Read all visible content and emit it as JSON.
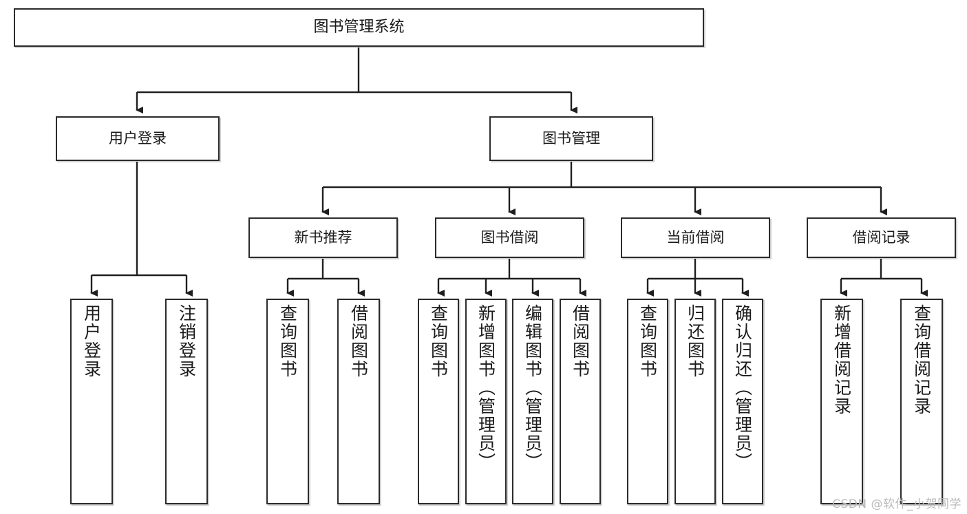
{
  "diagram": {
    "title": "图书管理系统",
    "type": "tree-flowchart",
    "watermark": "CSDN @软件_小贺同学",
    "colors": {
      "node_border": "#2b2b2b",
      "node_fill": "#ffffff",
      "connector": "#1f1f1f",
      "watermark": "#b9b9b9"
    },
    "nodes": {
      "root": {
        "label": "图书管理系统"
      },
      "level2": [
        {
          "id": "user-login",
          "label": "用户登录"
        },
        {
          "id": "book-manage",
          "label": "图书管理"
        }
      ],
      "level3": [
        {
          "id": "new-book-recommend",
          "label": "新书推荐"
        },
        {
          "id": "book-borrow",
          "label": "图书借阅"
        },
        {
          "id": "current-borrow",
          "label": "当前借阅"
        },
        {
          "id": "borrow-record",
          "label": "借阅记录"
        }
      ],
      "leaves": [
        {
          "id": "leaf-user-login",
          "label": "用户登录",
          "parent": "user-login"
        },
        {
          "id": "leaf-logout-login",
          "label": "注销登录",
          "parent": "user-login"
        },
        {
          "id": "leaf-query-book-1",
          "label": "查询图书",
          "parent": "new-book-recommend"
        },
        {
          "id": "leaf-borrow-book-1",
          "label": "借阅图书",
          "parent": "new-book-recommend"
        },
        {
          "id": "leaf-query-book-2",
          "label": "查询图书",
          "parent": "book-borrow"
        },
        {
          "id": "leaf-add-book",
          "label": "新增图书（管理员）",
          "parent": "book-borrow"
        },
        {
          "id": "leaf-edit-book",
          "label": "编辑图书（管理员）",
          "parent": "book-borrow"
        },
        {
          "id": "leaf-borrow-book-2",
          "label": "借阅图书",
          "parent": "book-borrow"
        },
        {
          "id": "leaf-query-book-3",
          "label": "查询图书",
          "parent": "current-borrow"
        },
        {
          "id": "leaf-return-book",
          "label": "归还图书",
          "parent": "current-borrow"
        },
        {
          "id": "leaf-confirm-return",
          "label": "确认归还（管理员）",
          "parent": "current-borrow"
        },
        {
          "id": "leaf-add-record",
          "label": "新增借阅记录",
          "parent": "borrow-record"
        },
        {
          "id": "leaf-query-record",
          "label": "查询借阅记录",
          "parent": "borrow-record"
        }
      ]
    }
  }
}
